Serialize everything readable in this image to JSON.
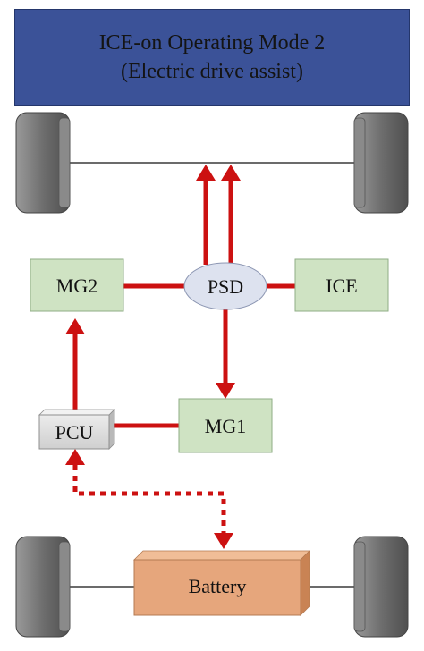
{
  "title": {
    "line1": "ICE-on Operating Mode 2",
    "line2": "(Electric drive assist)"
  },
  "components": {
    "mg2": "MG2",
    "psd": "PSD",
    "ice": "ICE",
    "pcu": "PCU",
    "mg1": "MG1",
    "battery": "Battery"
  },
  "colors": {
    "banner": "#3b5298",
    "component_box": "#cfe3c3",
    "psd": "#dde2ef",
    "pcu": "#dcdcdc",
    "battery": "#e6a67c",
    "power_flow": "#cc1111",
    "wheel": "#7a7a7a"
  }
}
